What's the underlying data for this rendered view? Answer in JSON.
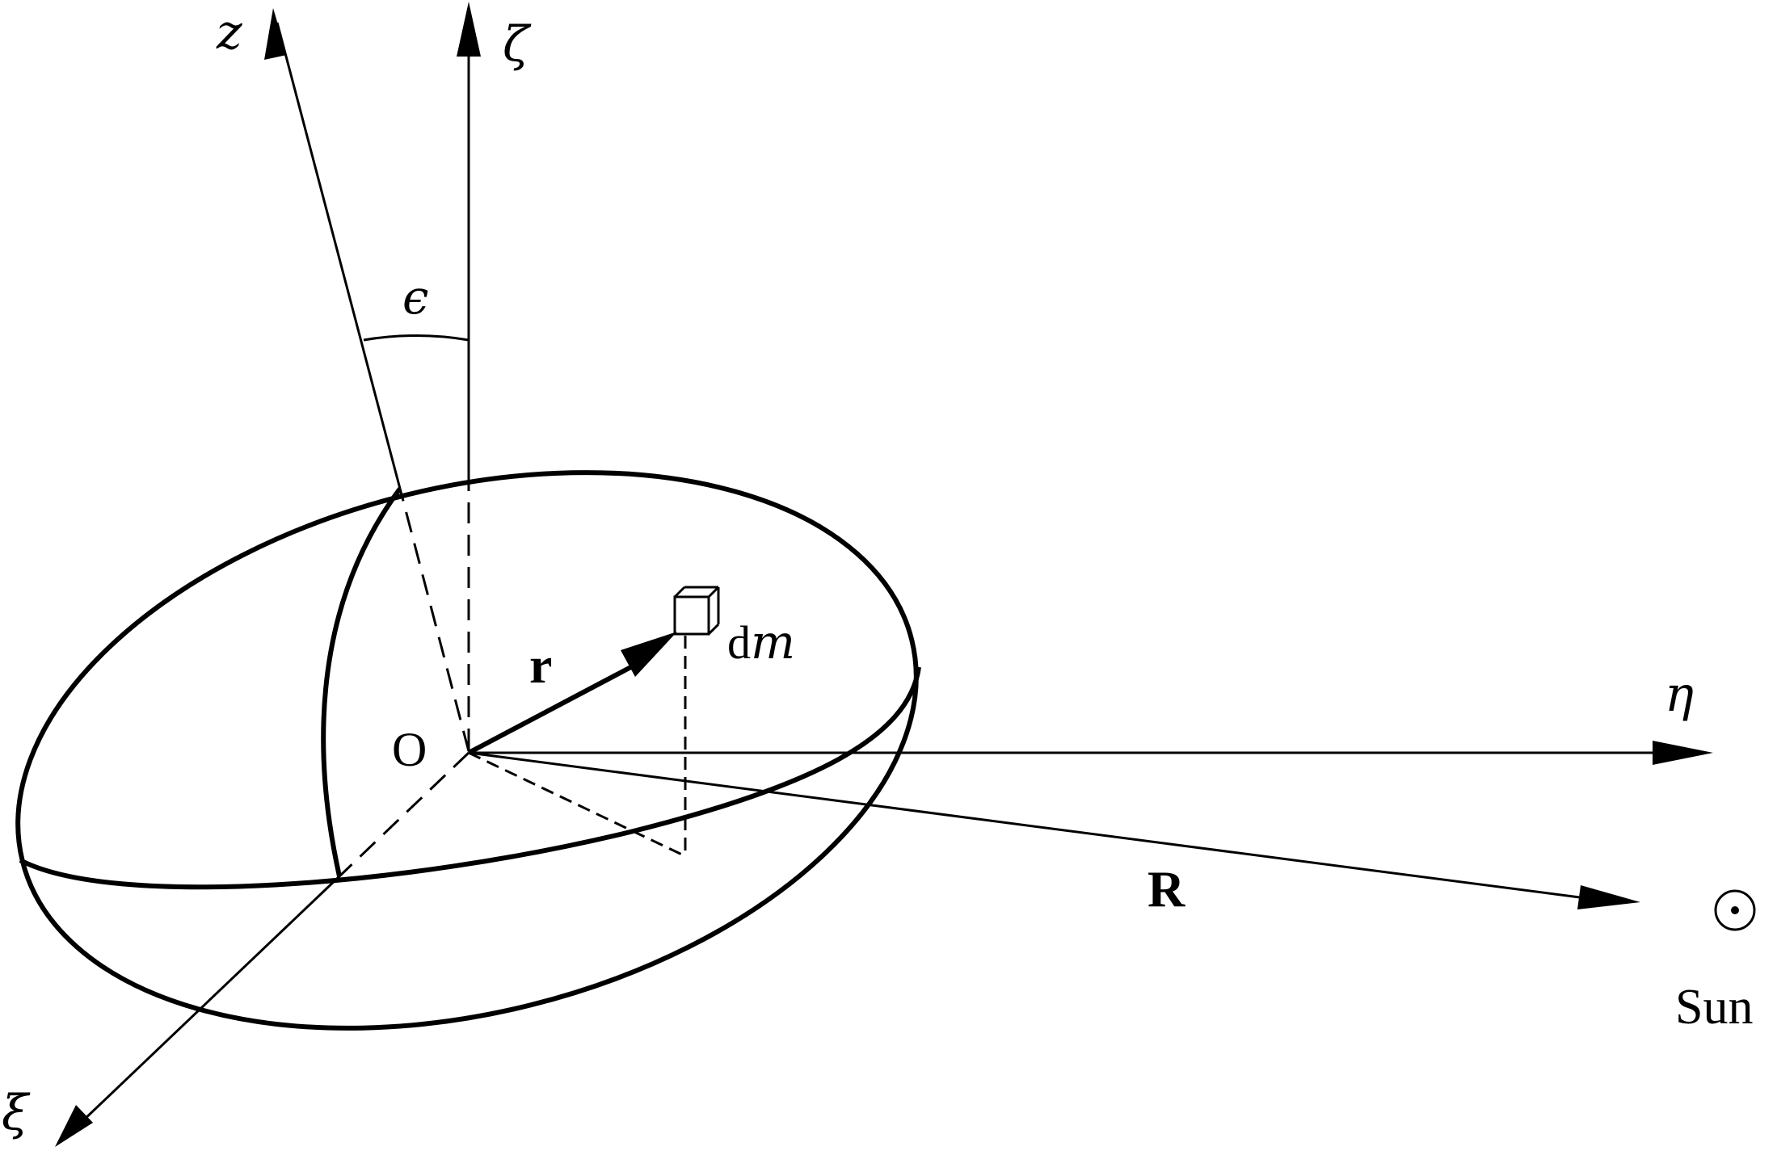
{
  "labels": {
    "z_axis": "z",
    "zeta_axis": "ζ",
    "eta_axis": "η",
    "xi_axis": "ξ",
    "origin": "O",
    "obliquity": "ϵ",
    "position_vector": "r",
    "mass_element_prefix": "d",
    "mass_element_var": "m",
    "sun_vector": "R",
    "sun_symbol": "⊙",
    "sun_label": "Sun"
  },
  "colors": {
    "stroke": "#000000",
    "background": "#ffffff"
  }
}
